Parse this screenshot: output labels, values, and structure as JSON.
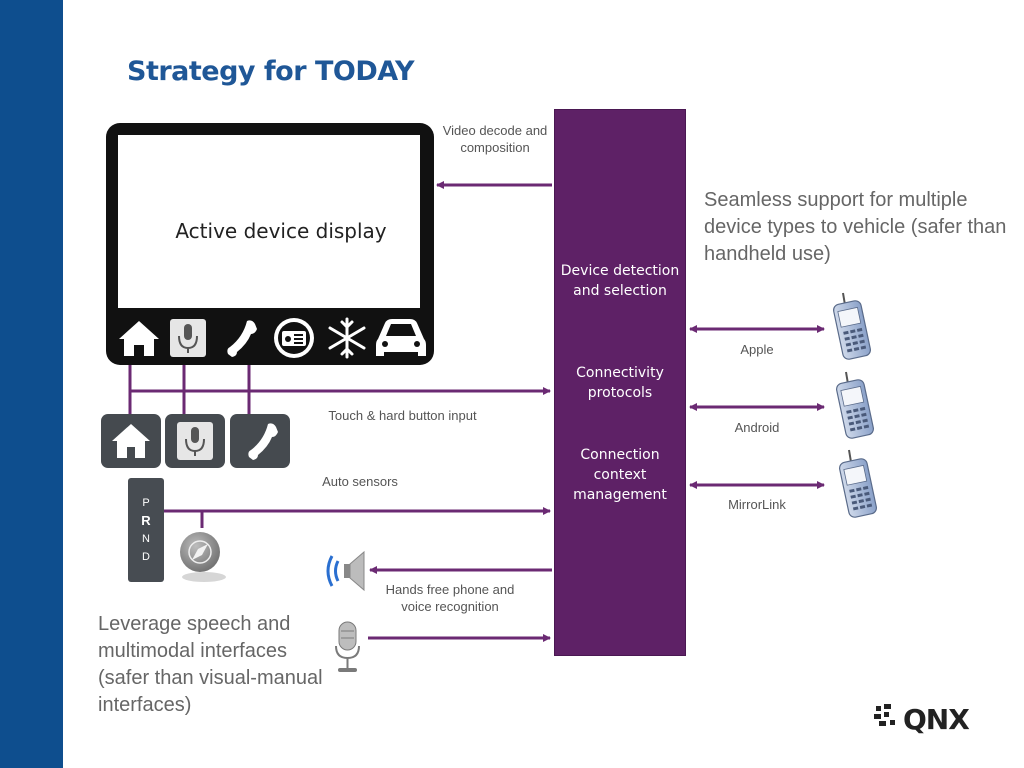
{
  "slide": {
    "title": "Strategy for TODAY",
    "screen_label": "Active device display",
    "hub": {
      "sections": [
        "Device detection and selection",
        "Connectivity protocols",
        "Connection context management"
      ]
    },
    "labels": {
      "video": "Video decode and composition",
      "touch": "Touch & hard button input",
      "sensors": "Auto sensors",
      "handsfree": "Hands free phone and voice recognition",
      "apple": "Apple",
      "android": "Android",
      "mirrorlink": "MirrorLink"
    },
    "seamless_text": "Seamless support for multiple device types to vehicle (safer than handheld use)",
    "leverage_text": "Leverage speech and multimodal interfaces (safer than visual-manual interfaces)",
    "gear": [
      "P",
      "R",
      "N",
      "D"
    ],
    "logo": "QNX",
    "icons": [
      "home-icon",
      "microphone-icon",
      "phone-icon",
      "radio-icon",
      "snowflake-icon",
      "car-icon",
      "compass-icon",
      "speaker-icon",
      "mobile-phone-icon"
    ],
    "colors": {
      "sidebar": "#0e4e8e",
      "hub": "#5e2166",
      "arrow": "#6b2a73",
      "title": "#1f5797"
    }
  }
}
